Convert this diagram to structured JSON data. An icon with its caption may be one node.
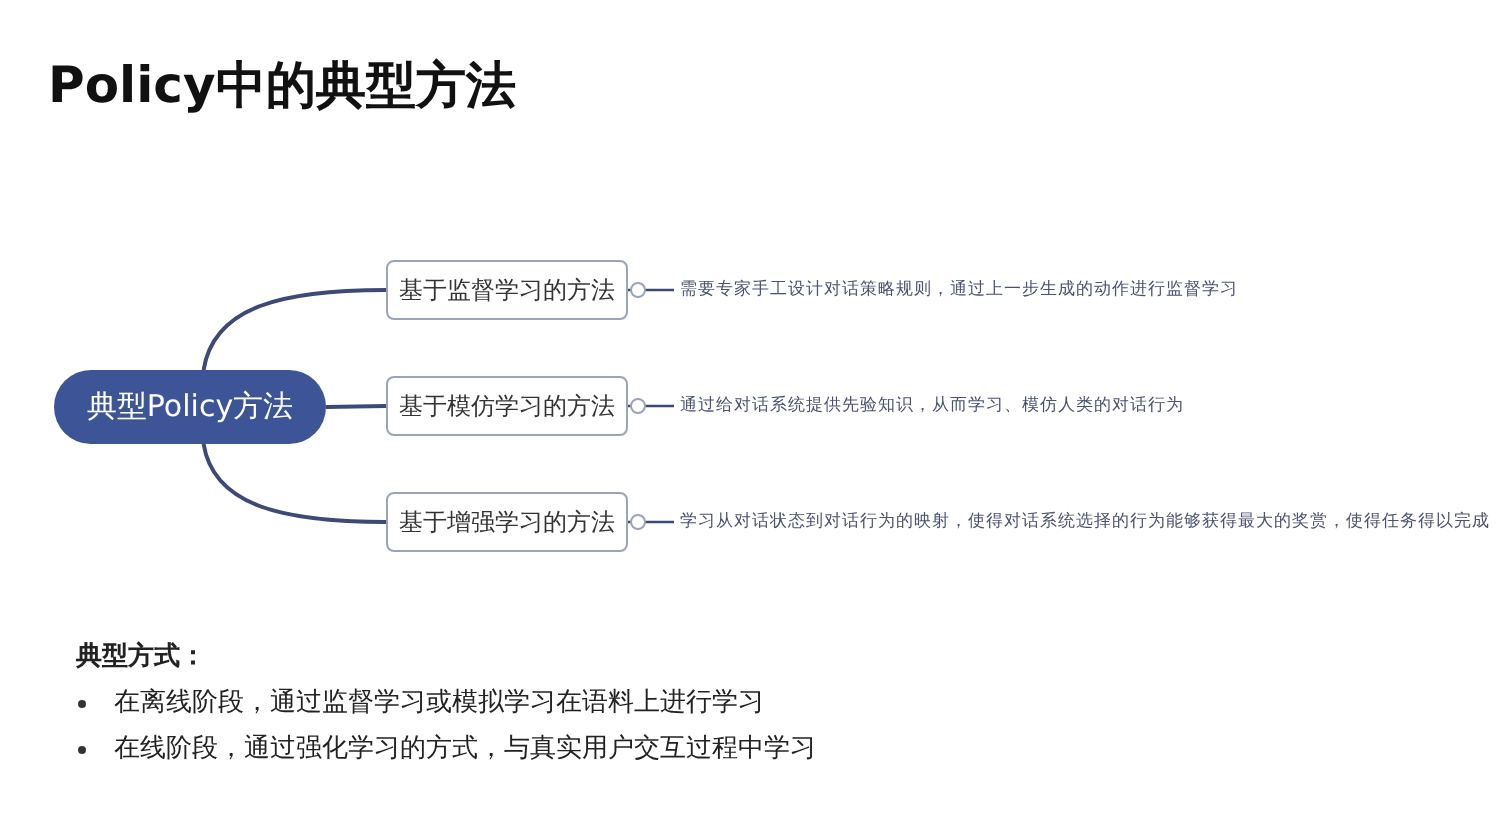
{
  "diagram": {
    "title": "Policy中的典型方法",
    "nodes": [
      {
        "text": [
          "典型Policy方法"
        ]
      },
      {
        "text": [
          "基于监督学习的方法"
        ]
      },
      {
        "text": [
          "基于模仿学习的方法"
        ]
      },
      {
        "text": [
          "基于增强学习的方法"
        ]
      },
      {
        "text": [
          "需要专家手工设计对话策略规则，通过上一步生成的动作进行监督学习"
        ]
      },
      {
        "text": [
          "通过给对话系统提供先验知识，从而学习、模仿人类的对话行为"
        ]
      },
      {
        "text": [
          "学习从对话状态到对话行为的映射，使得对话系统选择的行为能够获得最大的奖赏，使得任务得以完成"
        ]
      }
    ],
    "edges": [
      {
        "from": 0,
        "to": 1,
        "arrow": "none"
      },
      {
        "from": 0,
        "to": 2,
        "arrow": "none"
      },
      {
        "from": 0,
        "to": 3,
        "arrow": "none"
      },
      {
        "from": 1,
        "to": 4,
        "arrow": "none"
      },
      {
        "from": 2,
        "to": 5,
        "arrow": "none"
      },
      {
        "from": 3,
        "to": 6,
        "arrow": "none"
      }
    ],
    "labels": [
      "典型方式：",
      "在离线阶段，通过监督学习或模拟学习在语料上进行学习",
      "在线阶段，通过强化学习的方式，与真实用户交互过程中学习"
    ]
  }
}
